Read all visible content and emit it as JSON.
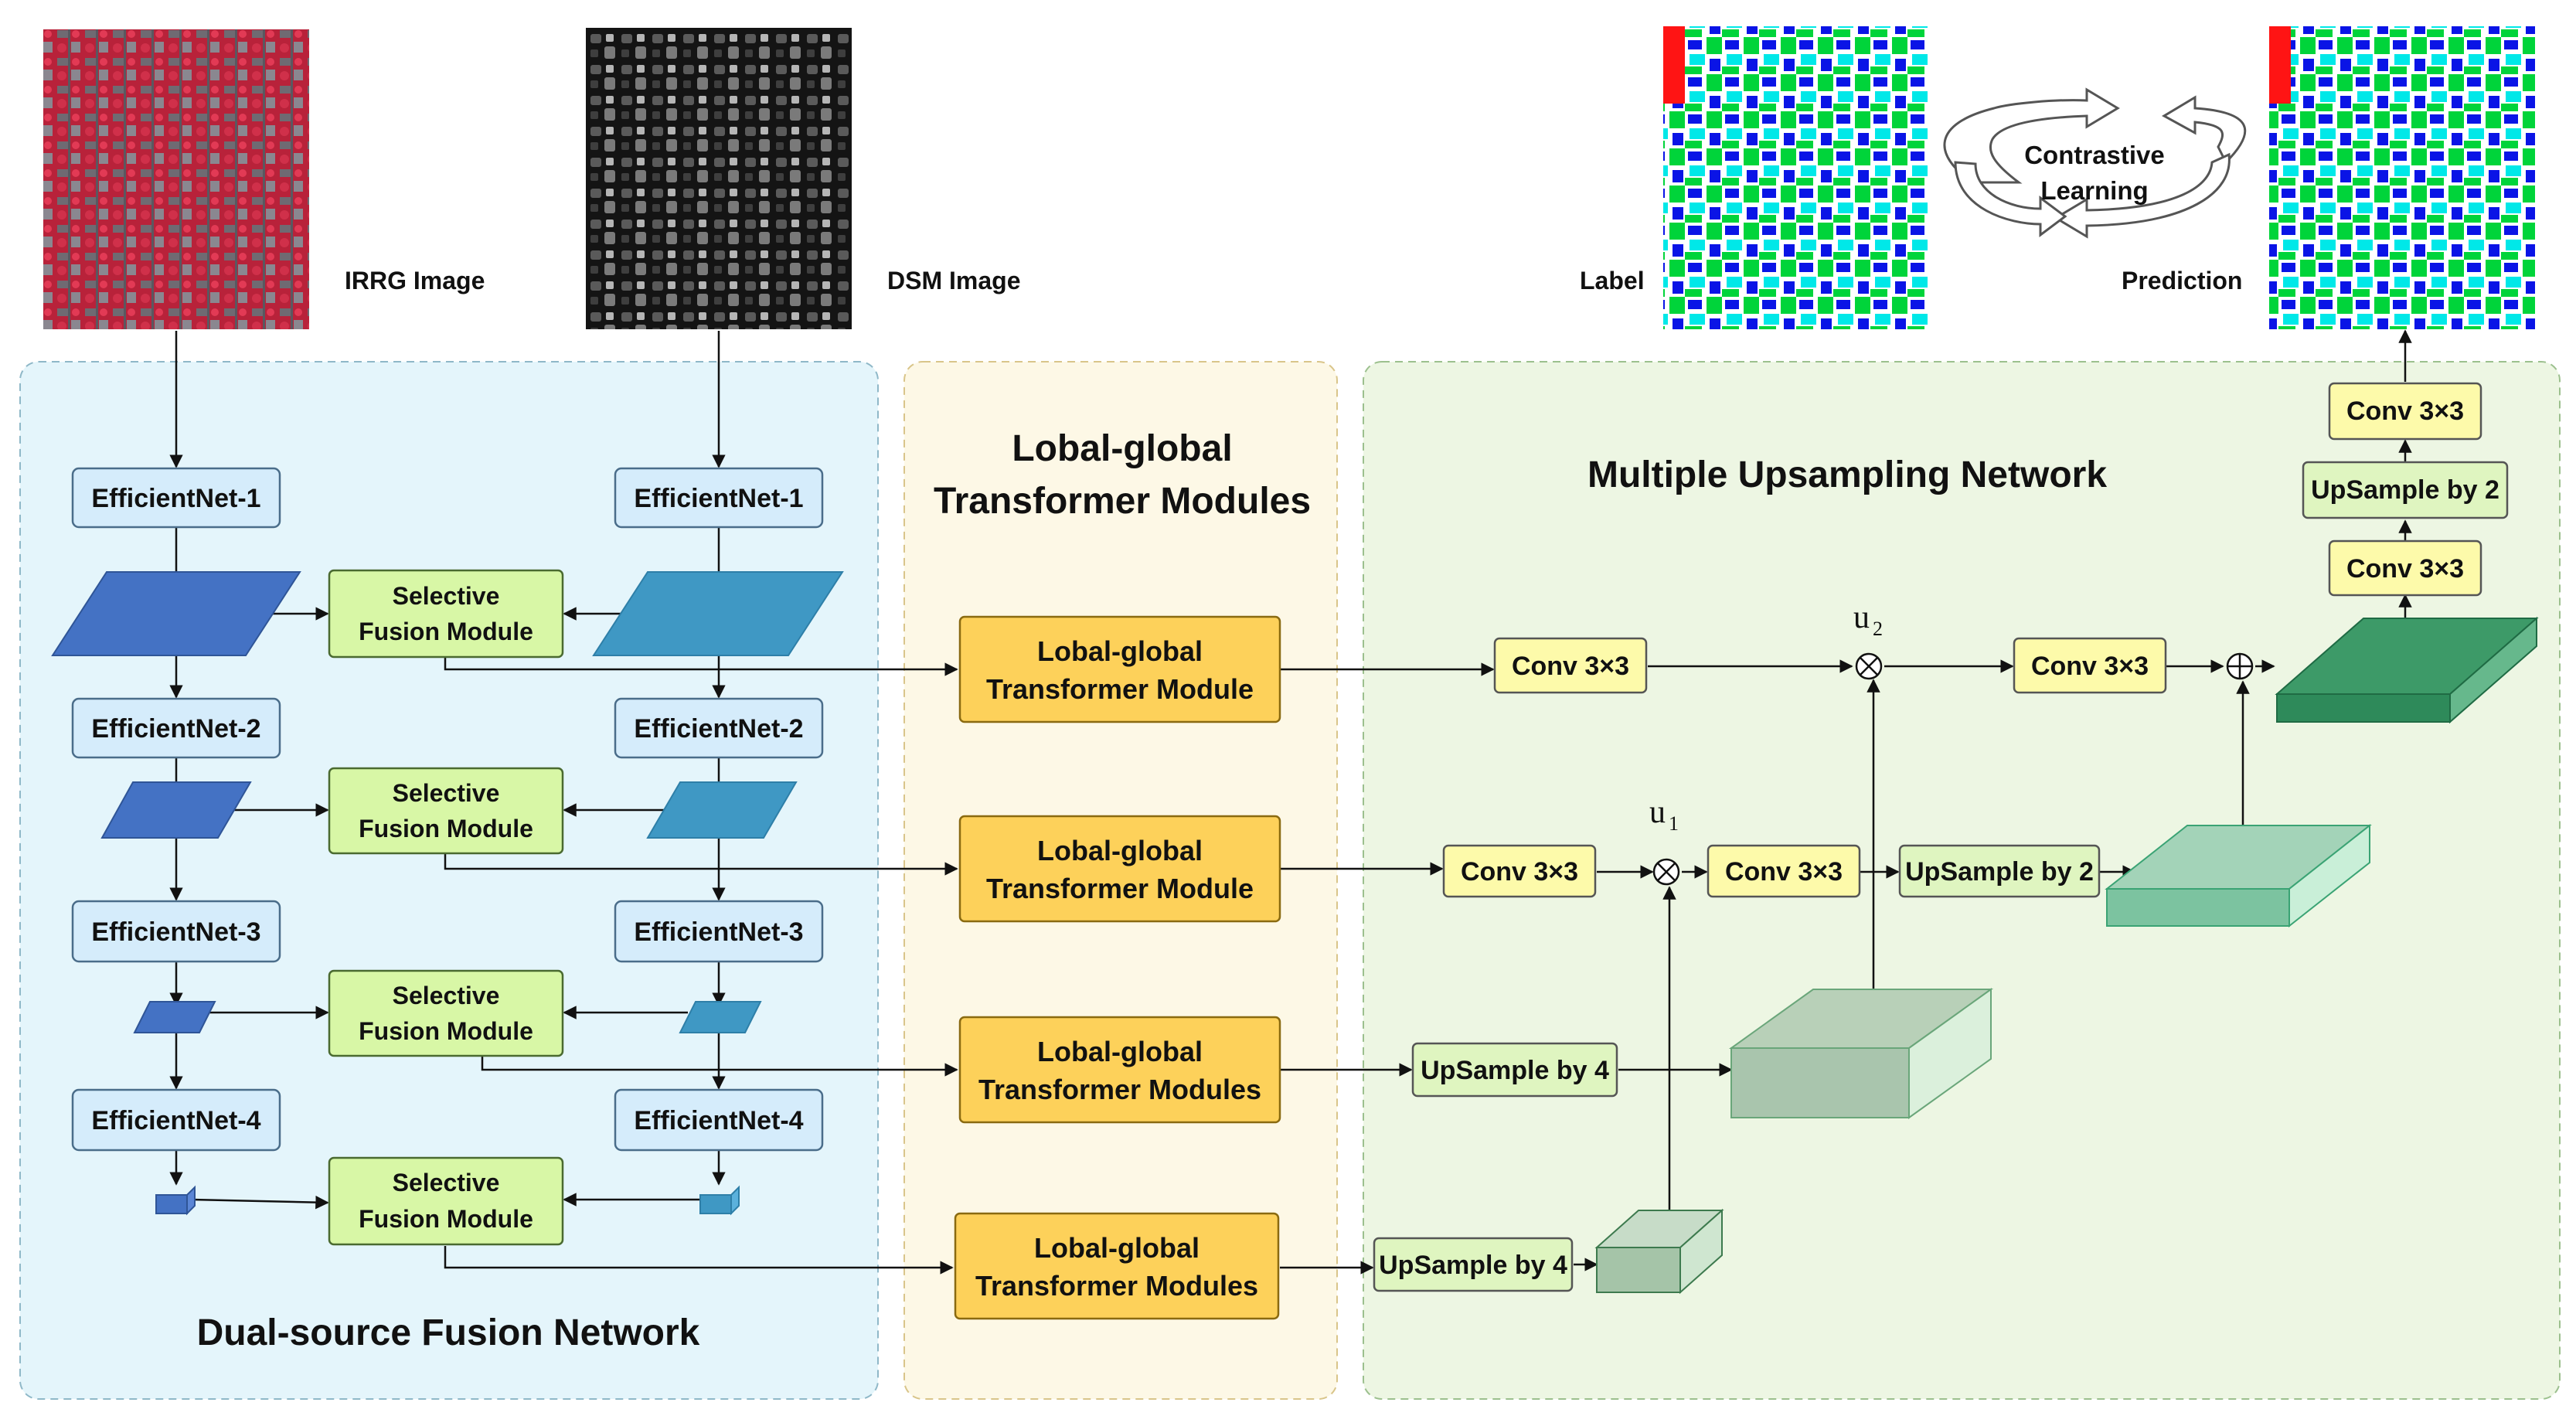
{
  "images": {
    "irrg_label": "IRRG Image",
    "dsm_label": "DSM Image",
    "label_label": "Label",
    "prediction_label": "Prediction"
  },
  "contrastive": {
    "line1": "Contrastive",
    "line2": "Learning"
  },
  "panels": {
    "fusion_title": "Dual-source Fusion Network",
    "transformer_title_line1": "Lobal-global",
    "transformer_title_line2": "Transformer Modules",
    "upsampling_title": "Multiple Upsampling Network"
  },
  "efficientnet": {
    "left": [
      "EfficientNet-1",
      "EfficientNet-2",
      "EfficientNet-3",
      "EfficientNet-4"
    ],
    "right": [
      "EfficientNet-1",
      "EfficientNet-2",
      "EfficientNet-3",
      "EfficientNet-4"
    ]
  },
  "sfm": {
    "line1": "Selective",
    "line2": "Fusion Module"
  },
  "transformers": [
    {
      "line1": "Lobal-global",
      "line2": "Transformer Module"
    },
    {
      "line1": "Lobal-global",
      "line2": "Transformer Module"
    },
    {
      "line1": "Lobal-global",
      "line2": "Transformer Modules"
    },
    {
      "line1": "Lobal-global",
      "line2": "Transformer Modules"
    }
  ],
  "ops": {
    "conv": "Conv 3×3",
    "up2": "UpSample by 2",
    "up4": "UpSample by 4",
    "u1": "u",
    "u1_sub": "1",
    "u2": "u",
    "u2_sub": "2"
  },
  "colors": {
    "fusion_panel": "#e4f5fb",
    "transformer_panel": "#fdf8e6",
    "upsampling_panel": "#edf6e3",
    "efficientnet_box": "#d5ecfb",
    "sfm_box": "#d8f7a6",
    "transformer_box": "#fdd15a",
    "conv_box": "#fdfaaa",
    "upsample_box": "#dff5c0"
  }
}
